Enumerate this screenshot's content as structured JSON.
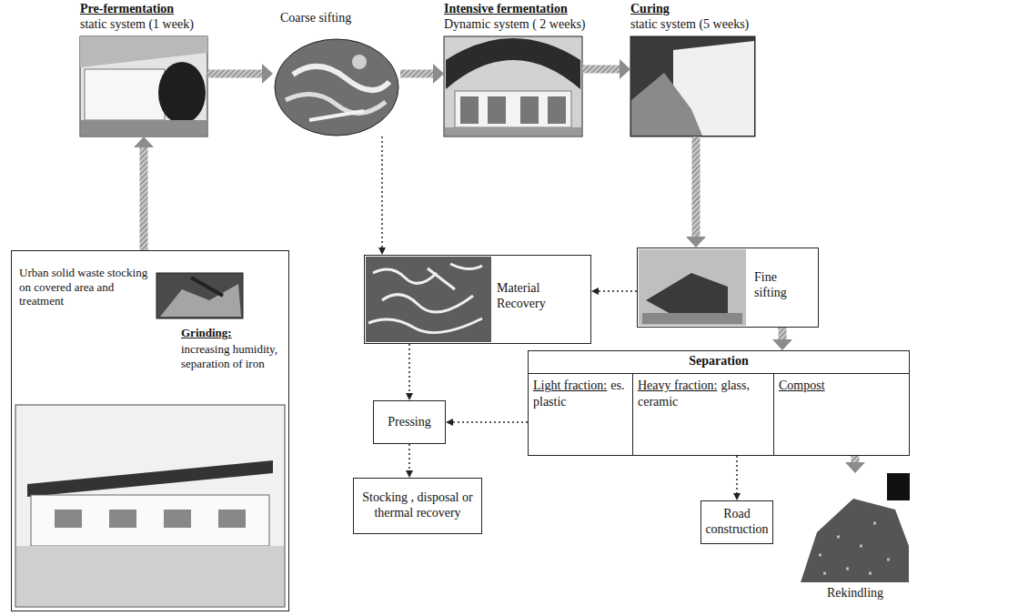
{
  "diagram": {
    "nodes": [
      {
        "text": [
          "Pre-fermentation",
          "static system (1 week)"
        ]
      },
      {
        "text": [
          "Coarse sifting"
        ]
      },
      {
        "text": [
          "Intensive fermentation",
          "Dynamic system ( 2 weeks)"
        ]
      },
      {
        "text": [
          "Curing",
          "static system (5 weeks)"
        ]
      },
      {
        "text": [
          "Urban solid waste stocking on covered area and treatment",
          "Grinding:",
          "increasing humidity, separation of iron"
        ]
      },
      {
        "text": [
          "Material Recovery"
        ]
      },
      {
        "text": [
          "Fine sifting"
        ]
      },
      {
        "text": [
          "Separation"
        ]
      },
      {
        "text": [
          "Light fraction:",
          "es. plastic"
        ],
        "in": 7
      },
      {
        "text": [
          "Heavy fraction:",
          "glass, ceramic"
        ],
        "in": 7
      },
      {
        "text": [
          "Compost"
        ],
        "in": 7
      },
      {
        "text": [
          "Pressing"
        ]
      },
      {
        "text": [
          "Stocking , disposal or thermal recovery"
        ]
      },
      {
        "text": [
          "Road construction"
        ]
      },
      {
        "text": [
          "Rekindling"
        ]
      }
    ],
    "edges": [
      {
        "from": 4,
        "to": 0,
        "arrow": "to"
      },
      {
        "from": 0,
        "to": 1,
        "arrow": "to"
      },
      {
        "from": 1,
        "to": 2,
        "arrow": "to"
      },
      {
        "from": 2,
        "to": 3,
        "arrow": "to"
      },
      {
        "from": 3,
        "to": 6,
        "arrow": "to"
      },
      {
        "from": 1,
        "to": 5,
        "arrow": "to"
      },
      {
        "from": 6,
        "to": 5,
        "arrow": "to"
      },
      {
        "from": 6,
        "to": 7,
        "arrow": "to"
      },
      {
        "from": 5,
        "to": 11,
        "arrow": "to"
      },
      {
        "from": 8,
        "to": 11,
        "arrow": "to"
      },
      {
        "from": 11,
        "to": 12,
        "arrow": "to"
      },
      {
        "from": 9,
        "to": 13,
        "arrow": "to"
      },
      {
        "from": 10,
        "to": 14,
        "arrow": "to"
      }
    ]
  }
}
